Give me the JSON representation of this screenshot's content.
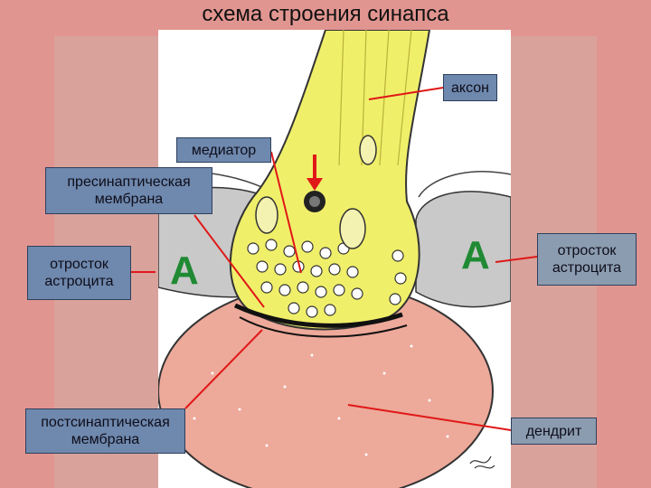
{
  "title": "схема строения синапса",
  "labels": {
    "axon": "аксон",
    "mediator": "медиатор",
    "presynaptic_membrane": "пресинаптическая мембрана",
    "astrocyte_process_left": "отросток астроцита",
    "astrocyte_process_right": "отросток астроцита",
    "postsynaptic_membrane": "постсинаптическая мембрана",
    "dendrite": "дендрит"
  },
  "markers": {
    "left": "А",
    "right": "А"
  },
  "colors": {
    "background": "#e19590",
    "label_fill": "#6f88ad",
    "leader_line": "#e01818",
    "axon": "#f0ef6a",
    "dendrite": "#eda99a",
    "astrocyte": "#c8c8c8",
    "marker": "#1f8a33"
  },
  "icons": [
    "signature-mark"
  ]
}
